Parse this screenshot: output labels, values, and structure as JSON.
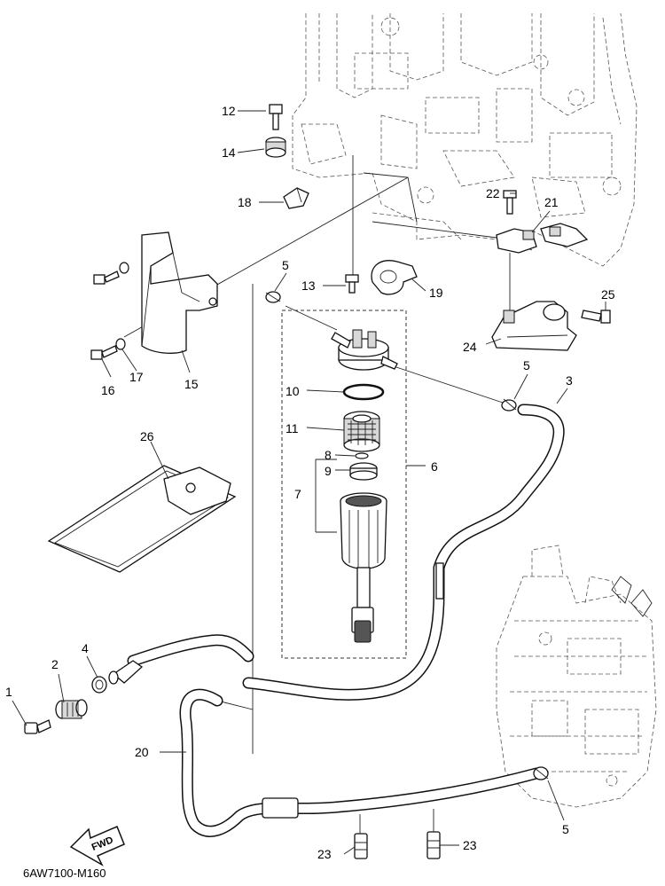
{
  "diagram": {
    "code": "6AW7100-M160",
    "fwd_label": "FWD",
    "callouts": {
      "c1": "1",
      "c2": "2",
      "c3": "3",
      "c4": "4",
      "c5a": "5",
      "c5b": "5",
      "c5c": "5",
      "c6": "6",
      "c7": "7",
      "c8": "8",
      "c9": "9",
      "c10": "10",
      "c11": "11",
      "c12": "12",
      "c13": "13",
      "c14": "14",
      "c15": "15",
      "c16": "16",
      "c17": "17",
      "c18": "18",
      "c19": "19",
      "c20": "20",
      "c21": "21",
      "c22": "22",
      "c23a": "23",
      "c23b": "23",
      "c24": "24",
      "c25": "25",
      "c26": "26"
    }
  }
}
